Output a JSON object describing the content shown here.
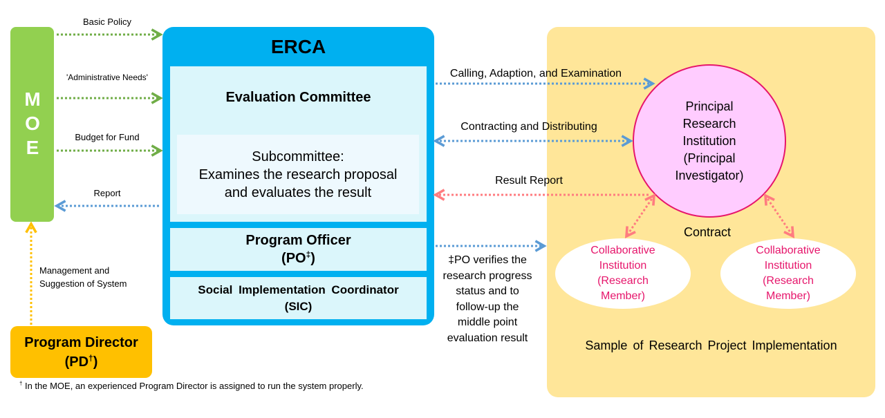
{
  "moe": {
    "label": "MOE"
  },
  "erca": {
    "title": "ERCA",
    "evaluation_committee": "Evaluation Committee",
    "subcommittee_lines": [
      "Subcommittee:",
      "Examines the research proposal",
      "and evaluates the result"
    ],
    "program_officer": "Program Officer",
    "program_officer_abbr": "(PO",
    "program_officer_mark": "‡",
    "program_officer_close": ")",
    "sic_line1": "Social Implementation Coordinator",
    "sic_line2": "(SIC)"
  },
  "program_director": {
    "line1": "Program Director",
    "abbr": "(PD",
    "mark": "†",
    "close": ")"
  },
  "implementation": {
    "principal_lines": [
      "Principal",
      "Research",
      "Institution",
      "(Principal",
      "Investigator)"
    ],
    "collab_lines": [
      "Collaborative",
      "Institution",
      "(Research",
      "Member)"
    ],
    "contract": "Contract",
    "caption": "Sample of Research Project Implementation"
  },
  "labels": {
    "basic_policy": "Basic Policy",
    "administrative_needs": "'Administrative Needs'",
    "budget_for_fund": "Budget for Fund",
    "report": "Report",
    "management_line1": "Management and",
    "management_line2": "Suggestion of System",
    "calling": "Calling, Adaption, and Examination",
    "contracting": "Contracting and Distributing",
    "result_report": "Result Report",
    "po_note_lines": [
      "‡PO verifies the",
      "research progress",
      "status and to",
      "follow-up the",
      "middle point",
      "evaluation result"
    ]
  },
  "footnote": {
    "mark": "†",
    "text": " In the MOE, an experienced Program Director is assigned to run the system properly."
  },
  "colors": {
    "moe_green": "#92d050",
    "erca_blue": "#00b0f0",
    "light_cyan": "#dbf6fb",
    "pd_orange": "#ffc000",
    "impl_yellow": "#ffe699",
    "principal_pink": "#ffccff",
    "accent_magenta": "#e6156b",
    "arrow_green": "#70ad47",
    "arrow_blue": "#5b9bd5",
    "arrow_red": "#ff7c80",
    "arrow_yellow": "#ffc000"
  }
}
